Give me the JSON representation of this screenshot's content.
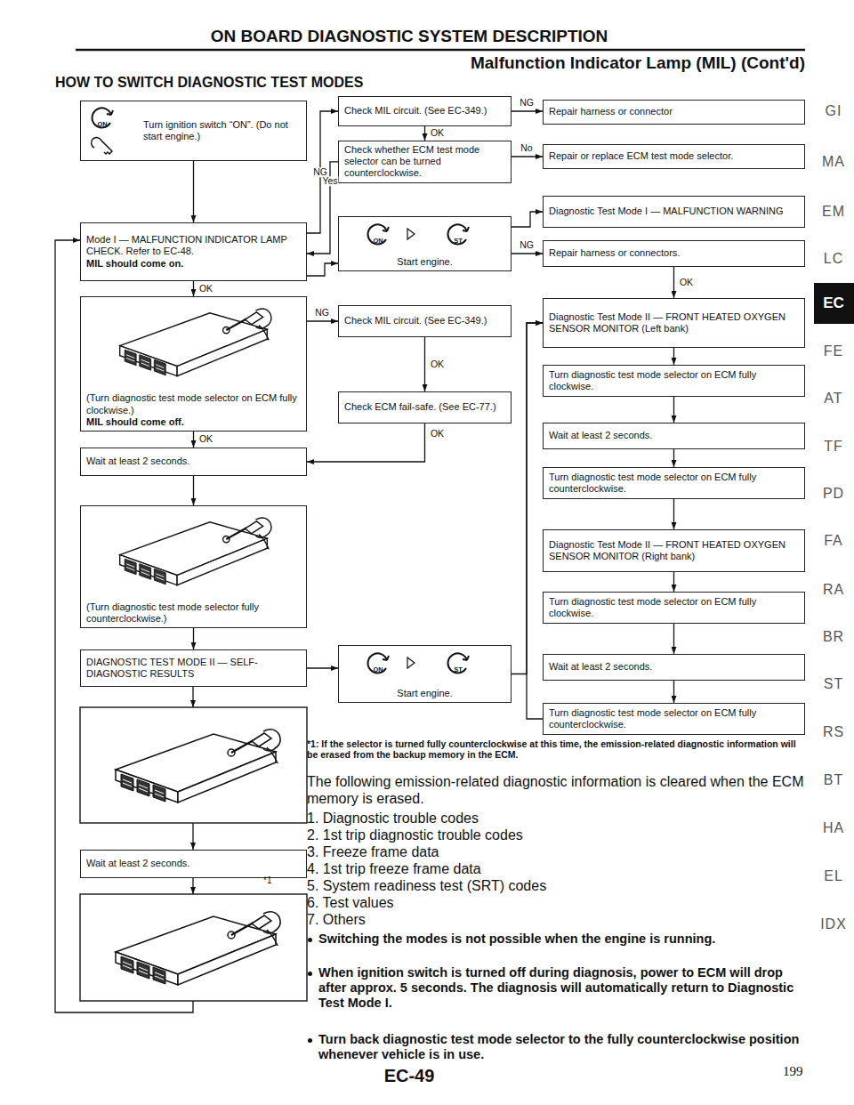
{
  "diagram": {
    "title": "ON BOARD DIAGNOSTIC SYSTEM DESCRIPTION",
    "nodes": [
      {
        "text": [
          "Turn ignition switch “ON”. (Do not start engine.)"
        ]
      },
      {
        "text": [
          "Check MIL circuit. (See EC-349.)"
        ]
      },
      {
        "text": [
          "Repair harness or connector"
        ]
      },
      {
        "text": [
          "Check whether ECM test mode selector can be turned counterclockwise."
        ]
      },
      {
        "text": [
          "Repair or replace ECM test mode selector."
        ]
      },
      {
        "text": [
          "Diagnostic Test Mode I — MALFUNCTION WARNING"
        ]
      },
      {
        "text": [
          "Mode I — MALFUNCTION INDICATOR LAMP CHECK. Refer to EC-48.",
          "MIL should come on."
        ]
      },
      {
        "text": [
          "Start engine."
        ]
      },
      {
        "text": [
          "Repair harness or connectors."
        ]
      },
      {
        "text": [
          "(Turn diagnostic test mode selector on ECM fully clockwise.)",
          "MIL should come off."
        ]
      },
      {
        "text": [
          "Check MIL circuit. (See EC-349.)"
        ]
      },
      {
        "text": [
          "Diagnostic Test Mode II — FRONT HEATED OXYGEN SENSOR MONITOR (Left bank)"
        ]
      },
      {
        "text": [
          "Check ECM fail-safe. (See EC-77.)"
        ]
      },
      {
        "text": [
          "Turn diagnostic test mode selector on ECM fully clockwise."
        ]
      },
      {
        "text": [
          "Wait at least 2 seconds."
        ]
      },
      {
        "text": [
          "Wait at least 2 seconds."
        ]
      },
      {
        "text": [
          "Turn diagnostic test mode selector on ECM fully counterclockwise."
        ]
      },
      {
        "text": [
          "(Turn diagnostic test mode selector fully counterclockwise.)"
        ]
      },
      {
        "text": [
          "Diagnostic Test Mode II — FRONT HEATED OXYGEN SENSOR MONITOR (Right bank)"
        ]
      },
      {
        "text": [
          "Turn diagnostic test mode selector on ECM fully clockwise."
        ]
      },
      {
        "text": [
          "Start engine."
        ]
      },
      {
        "text": [
          "DIAGNOSTIC TEST MODE II — SELF-DIAGNOSTIC RESULTS"
        ]
      },
      {
        "text": [
          "Wait at least 2 seconds."
        ]
      },
      {
        "text": [
          "Turn diagnostic test mode selector on ECM fully counterclockwise."
        ]
      },
      {
        "text": [
          "Wait at least 2 seconds."
        ]
      }
    ],
    "edges": [
      {
        "from": 0,
        "to": 6,
        "arrow": "to"
      },
      {
        "from": 6,
        "to": 1,
        "label": "NG",
        "arrow": "to"
      },
      {
        "from": 1,
        "to": 3,
        "label": "OK",
        "arrow": "to"
      },
      {
        "from": 1,
        "to": 2,
        "label": "NG",
        "arrow": "to"
      },
      {
        "from": 3,
        "to": 6,
        "label": "Yes",
        "arrow": "to"
      },
      {
        "from": 3,
        "to": 4,
        "label": "No",
        "arrow": "to"
      },
      {
        "from": 6,
        "to": 7,
        "arrow": "to"
      },
      {
        "from": 6,
        "to": 9,
        "label": "OK",
        "arrow": "to"
      },
      {
        "from": 7,
        "to": 5,
        "arrow": "to"
      },
      {
        "from": 7,
        "to": 8,
        "label": "NG",
        "arrow": "to"
      },
      {
        "from": 8,
        "to": 11,
        "label": "OK",
        "arrow": "to"
      },
      {
        "from": 9,
        "to": 10,
        "label": "NG",
        "arrow": "to"
      },
      {
        "from": 10,
        "to": 12,
        "label": "OK",
        "arrow": "to"
      },
      {
        "from": 12,
        "to": 14,
        "label": "OK",
        "arrow": "to"
      },
      {
        "from": 9,
        "to": 14,
        "label": "OK",
        "arrow": "to"
      },
      {
        "from": 14,
        "to": 17,
        "arrow": "to"
      },
      {
        "from": 17,
        "to": 21,
        "arrow": "to"
      },
      {
        "from": 21,
        "to": 20,
        "arrow": "to"
      },
      {
        "from": 20,
        "to": 11,
        "arrow": "to"
      },
      {
        "from": 11,
        "to": 13,
        "arrow": "to"
      },
      {
        "from": 13,
        "to": 15,
        "arrow": "to"
      },
      {
        "from": 15,
        "to": 16,
        "arrow": "to"
      },
      {
        "from": 16,
        "to": 18,
        "arrow": "to"
      },
      {
        "from": 18,
        "to": 19,
        "arrow": "to"
      },
      {
        "from": 19,
        "to": 22,
        "arrow": "to"
      },
      {
        "from": 22,
        "to": 23,
        "arrow": "to"
      },
      {
        "from": 23,
        "to": 11,
        "arrow": "to"
      }
    ],
    "labels": [
      "Malfunction Indicator Lamp (MIL) (Cont'd)",
      "HOW TO SWITCH DIAGNOSTIC TEST MODES",
      "ON",
      "ON",
      "ST",
      "ON",
      "ST",
      "*1",
      "*1: If the selector is turned fully counterclockwise at this time, the emission-related diagnostic information will be erased from the backup memory in the ECM.",
      "The following emission-related diagnostic information is cleared when the ECM memory is erased.",
      "1. Diagnostic trouble codes",
      "2. 1st trip diagnostic trouble codes",
      "3. Freeze frame data",
      "4. 1st trip freeze frame data",
      "5. System readiness test (SRT) codes",
      "6. Test values",
      "7. Others",
      "Switching the modes is not possible when the engine is running.",
      "When ignition switch is turned off during diagnosis, power to ECM will drop after approx. 5 seconds. The diagnosis will automatically return to Diagnostic Test Mode I.",
      "Turn back diagnostic test mode selector to the fully counterclockwise position whenever vehicle is in use.",
      "GI",
      "MA",
      "EM",
      "LC",
      "EC",
      "FE",
      "AT",
      "TF",
      "PD",
      "FA",
      "RA",
      "BR",
      "ST",
      "RS",
      "BT",
      "HA",
      "EL",
      "IDX",
      "EC-49",
      "199"
    ]
  }
}
